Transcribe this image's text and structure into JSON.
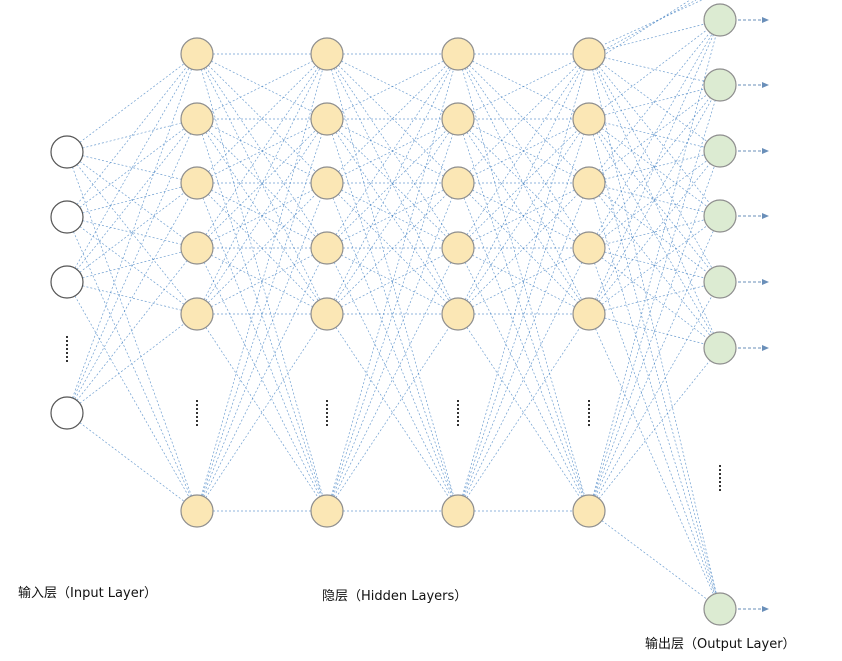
{
  "captions": {
    "input": "输入层（Input Layer）",
    "hidden": "隐层（Hidden Layers）",
    "output": "输出层（Output Layer）"
  },
  "layers": {
    "input": {
      "visible_nodes": 4,
      "ellipsis": true
    },
    "hidden": {
      "count": 4,
      "visible_nodes_each": 6,
      "ellipsis": true
    },
    "output": {
      "visible_nodes": 7,
      "ellipsis": true,
      "arrows": true
    }
  },
  "colors": {
    "input_fill": "#ffffff",
    "input_stroke": "#555555",
    "hidden_fill": "#fbe7b5",
    "hidden_stroke": "#8e8e8e",
    "output_fill": "#dcebd2",
    "output_stroke": "#8e8e8e",
    "edge": "#4a86c5",
    "arrow": "#6a8fb9"
  }
}
